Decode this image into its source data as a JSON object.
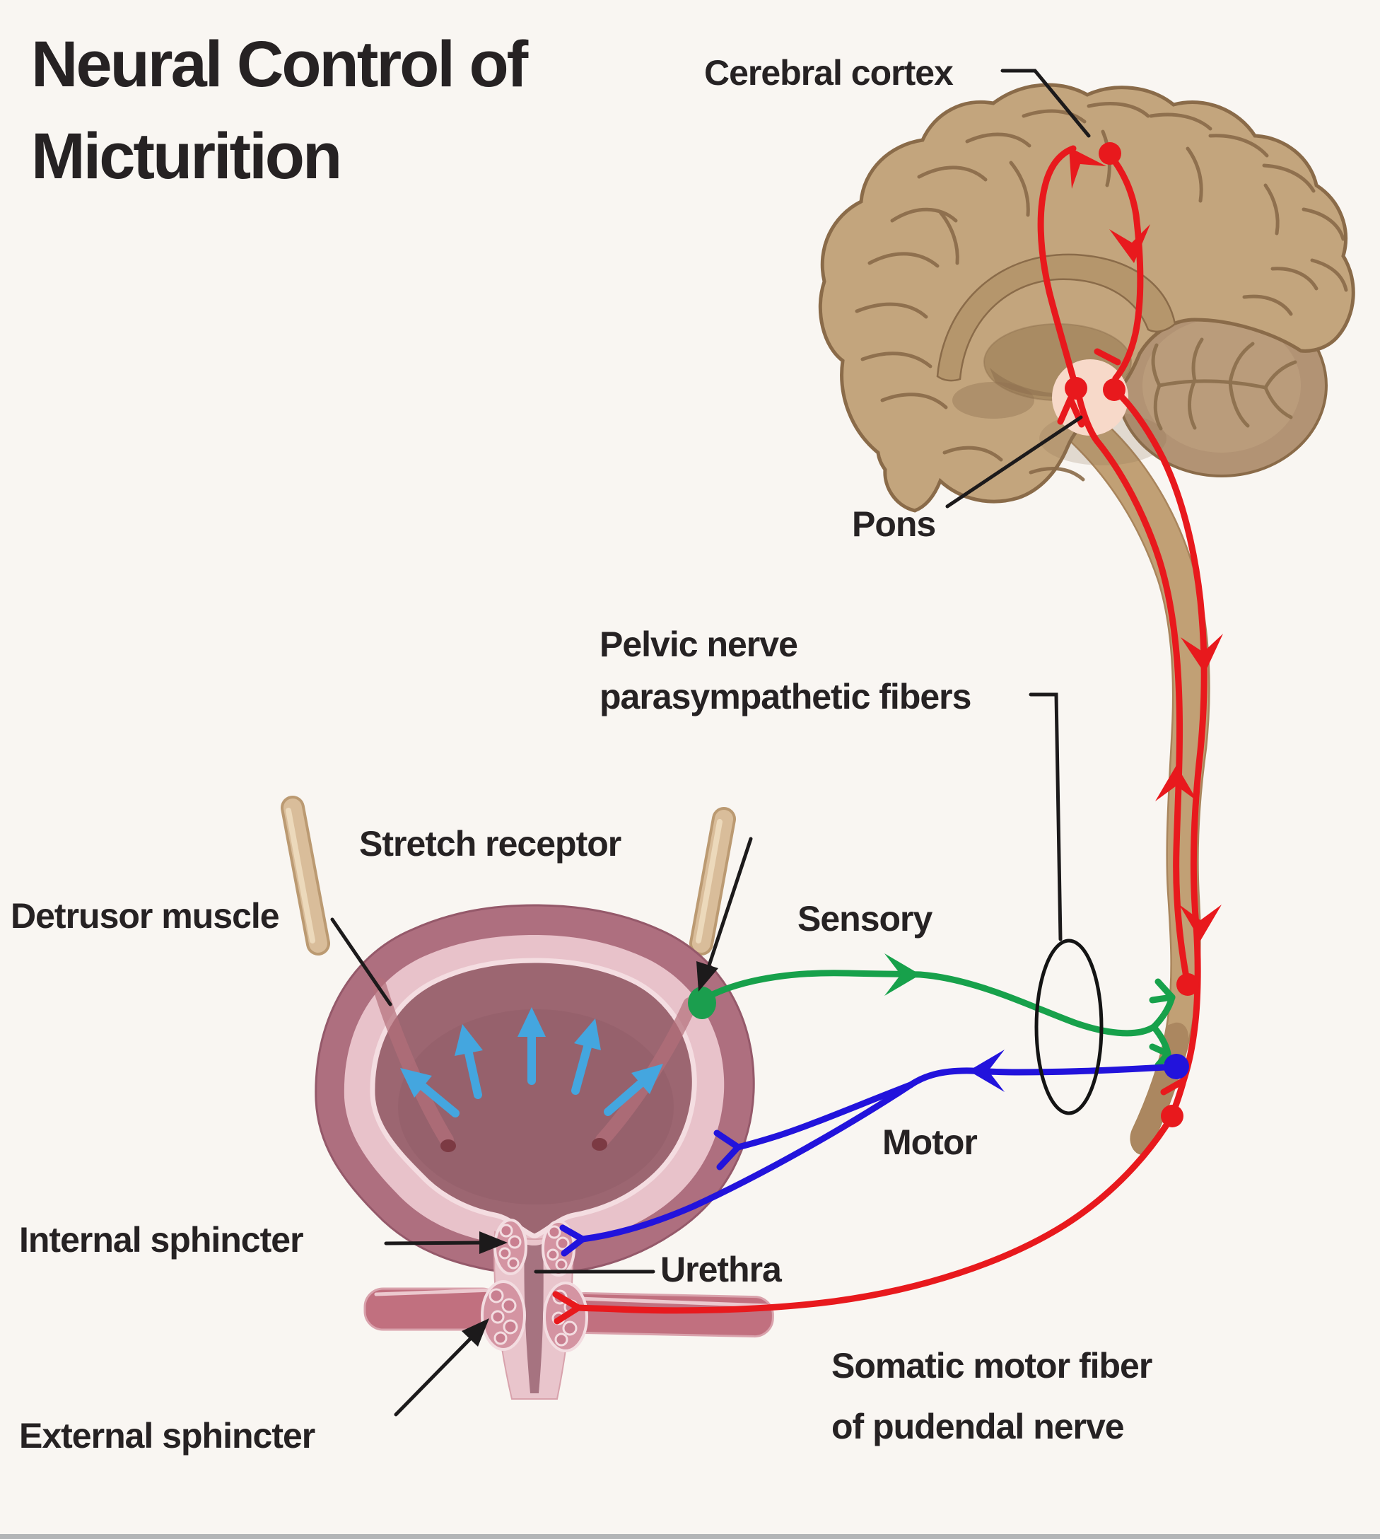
{
  "title": {
    "line1": "Neural Control of",
    "line2": "Micturition"
  },
  "labels": {
    "cerebral_cortex": "Cerebral cortex",
    "pons": "Pons",
    "pelvic_nerve": {
      "line1": "Pelvic nerve",
      "line2": "parasympathetic fibers"
    },
    "stretch_receptor": "Stretch receptor",
    "detrusor_muscle": "Detrusor muscle",
    "sensory": "Sensory",
    "motor": "Motor",
    "internal_sphincter": "Internal sphincter",
    "urethra": "Urethra",
    "external_sphincter": "External sphincter",
    "somatic": {
      "line1": "Somatic motor fiber",
      "line2": "of pudendal nerve"
    }
  },
  "colors": {
    "background": "#f9f6f2",
    "label_text": "#262223",
    "sensory_nerve_green": "#17a14b",
    "motor_nerve_blue": "#2213dc",
    "central_pathway_red": "#e8191d",
    "bladder_pressure_arrow_blue": "#44a6df",
    "brain_tan": "#c3a57d",
    "brain_outline": "#8a6b49",
    "cerebellum_tan": "#b29374",
    "pons_pink": "#f7d9c9",
    "spinal_cord_tan": "#c1a075",
    "bladder_wall_mauve": "#ae6f7f",
    "bladder_inner_ring_pink": "#e8c2ca",
    "bladder_lumen_rose": "#9c6671",
    "sphincter_pink": "#d494a2",
    "pelvic_floor_rose": "#c1707f",
    "ureter_tan": "#d9bd9a"
  }
}
